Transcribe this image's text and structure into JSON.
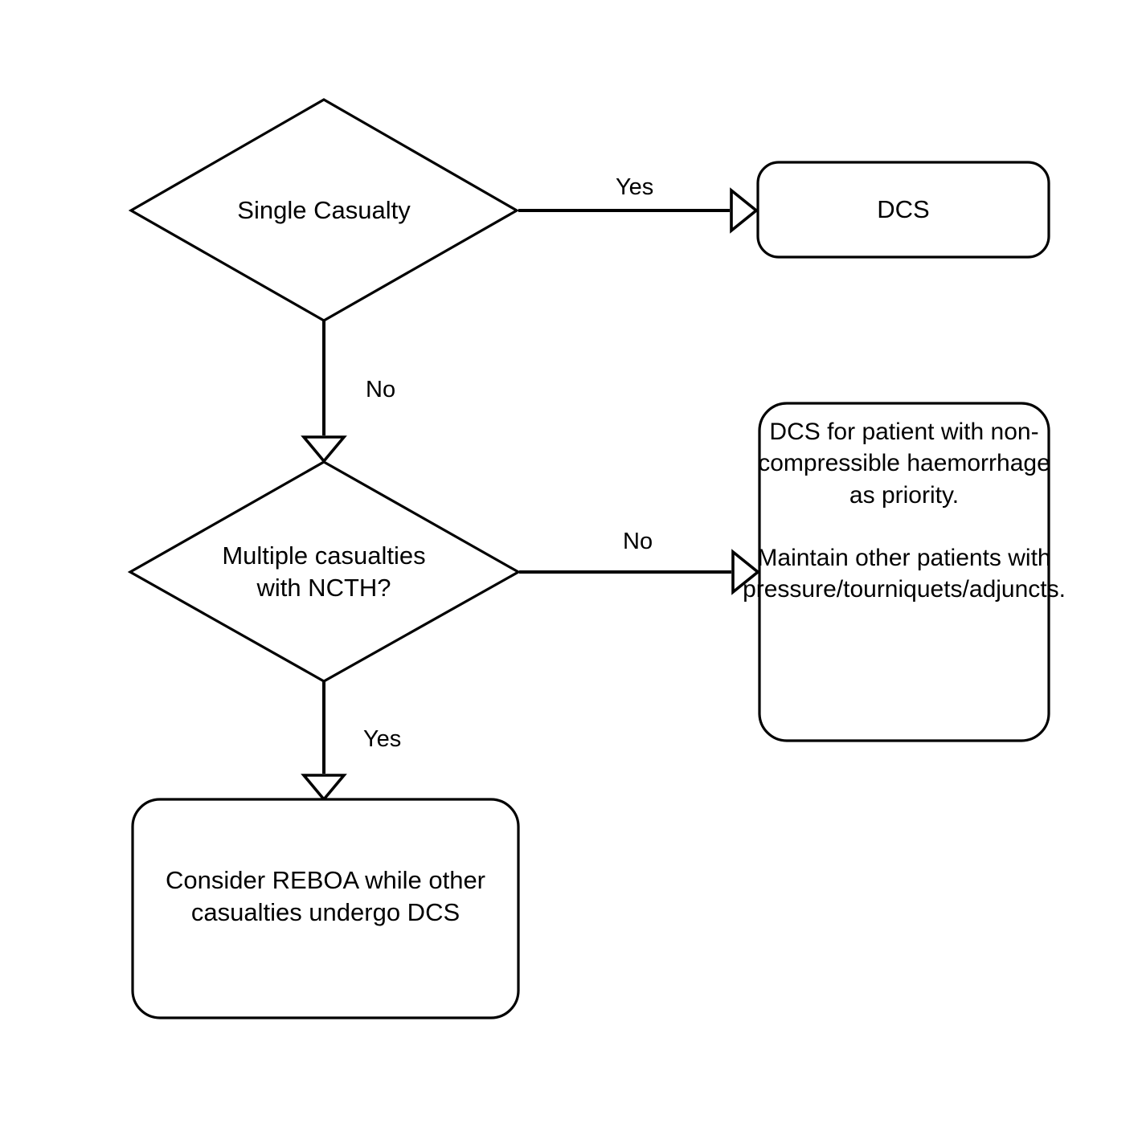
{
  "diagram": {
    "title": "NCTH / REBOA decision flowchart",
    "background_color": "#ffffff",
    "stroke_color": "#000000",
    "text_color": "#000000",
    "nodes": [
      {
        "id": "single-casualty",
        "shape": "diamond",
        "label": "Single Casualty"
      },
      {
        "id": "dcs",
        "shape": "rounded-rect",
        "label": "DCS"
      },
      {
        "id": "multiple-casualties",
        "shape": "diamond",
        "label": "Multiple casualties\nwith NCTH?"
      },
      {
        "id": "dcs-priority",
        "shape": "rounded-rect",
        "label": "DCS for patient with non-compressible haemorrhage as priority.\n\nMaintain other patients with pressure/tourniquets/adjuncts."
      },
      {
        "id": "consider-reboa",
        "shape": "rounded-rect",
        "label": "Consider REBOA while other casualties undergo DCS"
      }
    ],
    "edges": [
      {
        "id": "single-casualty-yes",
        "from": "single-casualty",
        "to": "dcs",
        "label": "Yes",
        "direction": "right",
        "arrowhead": "hollow-triangle"
      },
      {
        "id": "single-casualty-no",
        "from": "single-casualty",
        "to": "multiple-casualties",
        "label": "No",
        "direction": "down",
        "arrowhead": "hollow-triangle"
      },
      {
        "id": "multiple-casualties-no",
        "from": "multiple-casualties",
        "to": "dcs-priority",
        "label": "No",
        "direction": "right",
        "arrowhead": "hollow-triangle"
      },
      {
        "id": "multiple-casualties-yes",
        "from": "multiple-casualties",
        "to": "consider-reboa",
        "label": "Yes",
        "direction": "down",
        "arrowhead": "hollow-triangle"
      }
    ]
  }
}
